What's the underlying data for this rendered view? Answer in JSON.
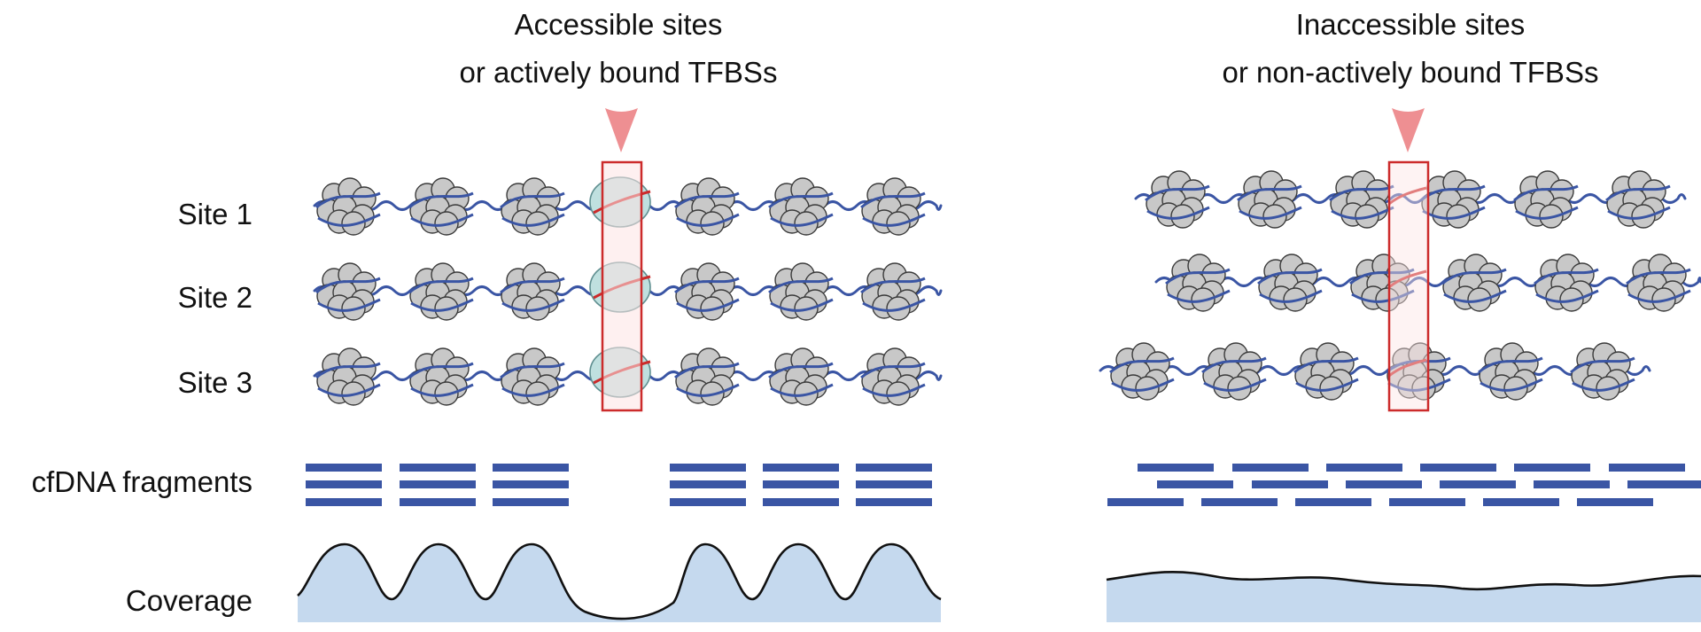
{
  "panels": [
    {
      "title_line1": "Accessible sites",
      "title_line2": "or actively bound TFBSs"
    },
    {
      "title_line1": "Inaccessible sites",
      "title_line2": "or non-actively bound TFBSs"
    }
  ],
  "row_labels": [
    "Site 1",
    "Site 2",
    "Site 3",
    "cfDNA fragments",
    "Coverage"
  ],
  "colors": {
    "dna": "#3a55a4",
    "nucleosome_fill": "#c8c8c8",
    "nucleosome_stroke": "#3a3a3a",
    "free_site_fill": "#bfe0df",
    "highlight_stroke": "#cc2b2b",
    "highlight_fill": "#fde4e4",
    "arrow": "#ee8f92",
    "fragment": "#3a55a4",
    "coverage_fill": "#c5d9ee",
    "coverage_line": "#111111"
  }
}
